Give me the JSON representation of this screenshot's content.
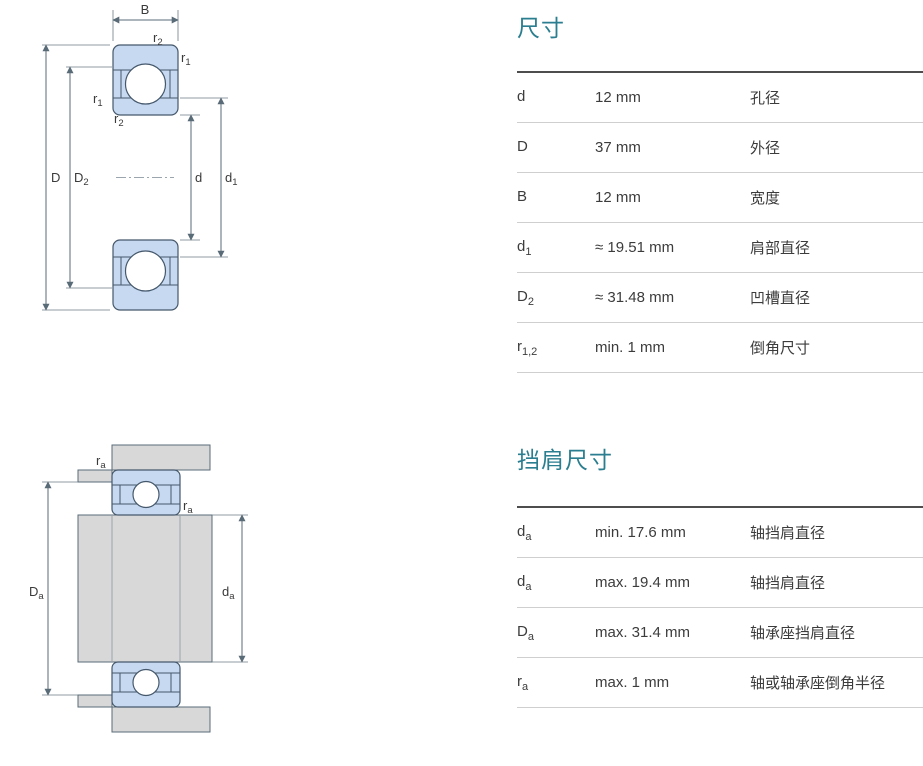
{
  "dim_section": {
    "title": "尺寸",
    "rows": [
      {
        "label": {
          "base": "d",
          "sub": ""
        },
        "value": "12 mm",
        "desc": "孔径"
      },
      {
        "label": {
          "base": "D",
          "sub": ""
        },
        "value": "37 mm",
        "desc": "外径"
      },
      {
        "label": {
          "base": "B",
          "sub": ""
        },
        "value": "12 mm",
        "desc": "宽度"
      },
      {
        "label": {
          "base": "d",
          "sub": "1"
        },
        "value": "≈ 19.51 mm",
        "desc": "肩部直径"
      },
      {
        "label": {
          "base": "D",
          "sub": "2"
        },
        "value": "≈ 31.48 mm",
        "desc": "凹槽直径"
      },
      {
        "label": {
          "base": "r",
          "sub": "1,2"
        },
        "value": "min. 1 mm",
        "desc": "倒角尺寸"
      }
    ]
  },
  "abutment_section": {
    "title": "挡肩尺寸",
    "rows": [
      {
        "label": {
          "base": "d",
          "sub": "a"
        },
        "value": "min. 17.6 mm",
        "desc": "轴挡肩直径"
      },
      {
        "label": {
          "base": "d",
          "sub": "a"
        },
        "value": "max. 19.4 mm",
        "desc": "轴挡肩直径"
      },
      {
        "label": {
          "base": "D",
          "sub": "a"
        },
        "value": "max. 31.4 mm",
        "desc": "轴承座挡肩直径"
      },
      {
        "label": {
          "base": "r",
          "sub": "a"
        },
        "value": "max. 1 mm",
        "desc": "轴或轴承座倒角半径"
      }
    ]
  },
  "diagram_top": {
    "labels": {
      "b": {
        "base": "B",
        "sub": ""
      },
      "r2_top": {
        "base": "r",
        "sub": "2"
      },
      "r1_right": {
        "base": "r",
        "sub": "1"
      },
      "r1_left": {
        "base": "r",
        "sub": "1"
      },
      "r2_left": {
        "base": "r",
        "sub": "2"
      },
      "D_big": {
        "base": "D",
        "sub": ""
      },
      "D2": {
        "base": "D",
        "sub": "2"
      },
      "d_small": {
        "base": "d",
        "sub": ""
      },
      "d1": {
        "base": "d",
        "sub": "1"
      }
    }
  },
  "diagram_bottom": {
    "labels": {
      "ra_housing": {
        "base": "r",
        "sub": "a"
      },
      "ra_shaft": {
        "base": "r",
        "sub": "a"
      },
      "Da": {
        "base": "D",
        "sub": "a"
      },
      "da": {
        "base": "d",
        "sub": "a"
      }
    }
  },
  "colors": {
    "heading_teal": "#2a7e8f",
    "ring_fill_blue": "#c7d9f1",
    "steel_fill_gray": "#d8d8d8",
    "table_rule_dark": "#4d4d4d",
    "table_rule_light": "#cfcfcf"
  }
}
